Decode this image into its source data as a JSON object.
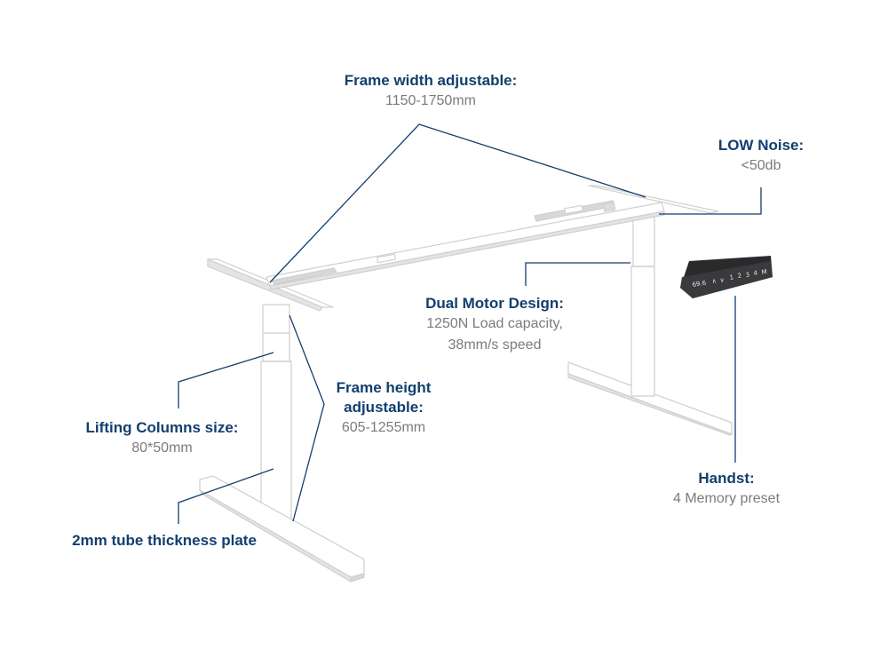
{
  "callouts": {
    "frame_width": {
      "title": "Frame width adjustable:",
      "value": "1150-1750mm"
    },
    "low_noise": {
      "title": "LOW Noise:",
      "value": "<50db"
    },
    "dual_motor": {
      "title": "Dual Motor Design:",
      "line1": "1250N Load capacity,",
      "line2": "38mm/s speed"
    },
    "frame_height": {
      "title1": "Frame height",
      "title2": "adjustable:",
      "value": "605-1255mm"
    },
    "lifting_columns": {
      "title": "Lifting Columns size:",
      "value": "80*50mm"
    },
    "tube_thickness": {
      "title": "2mm tube thickness plate"
    },
    "handset": {
      "title": "Handst:",
      "value": "4 Memory preset"
    }
  },
  "handset_display": {
    "readout": "69.6",
    "buttons": [
      "∧",
      "∨",
      "1",
      "2",
      "3",
      "4",
      "M"
    ]
  },
  "colors": {
    "title": "#123f6e",
    "subtext": "#7b7b7b",
    "leader": "#123f6e",
    "frame": "#ffffff",
    "frame_edge": "#cfcfcf",
    "frame_shade": "#e4e4e4",
    "handset_body": "#2a2a2c"
  }
}
